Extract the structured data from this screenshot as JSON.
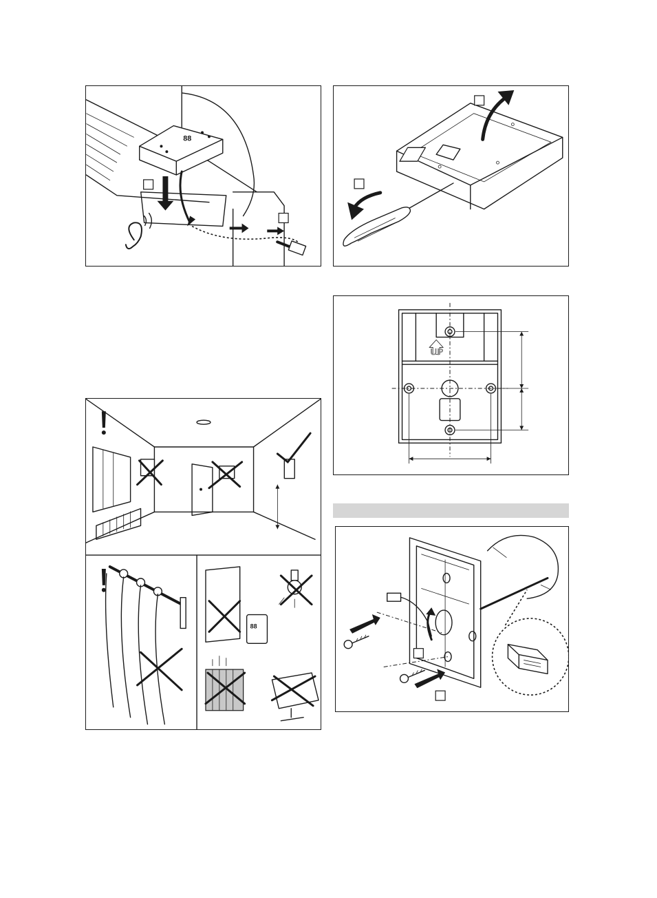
{
  "figures": [
    {
      "id": "remove-controller",
      "step_boxes": 2
    },
    {
      "id": "open-housing-screwdriver",
      "step_boxes": 2
    },
    {
      "id": "mounting-plate-dimensions",
      "plate_marking": "UP"
    },
    {
      "id": "installation-location",
      "step_boxes": 0
    },
    {
      "id": "wall-mounting",
      "step_boxes": 2
    }
  ],
  "section_band": {
    "text": ""
  },
  "icons": [
    "ear-icon",
    "screwdriver-icon",
    "warning-exclamation-icon",
    "checkmark-icon",
    "cross-out-icon",
    "arrow-icon",
    "screw-icon",
    "cable-connector-icon",
    "radiator-icon",
    "lamp-icon",
    "monitor-icon",
    "curtain-icon",
    "window-icon"
  ]
}
